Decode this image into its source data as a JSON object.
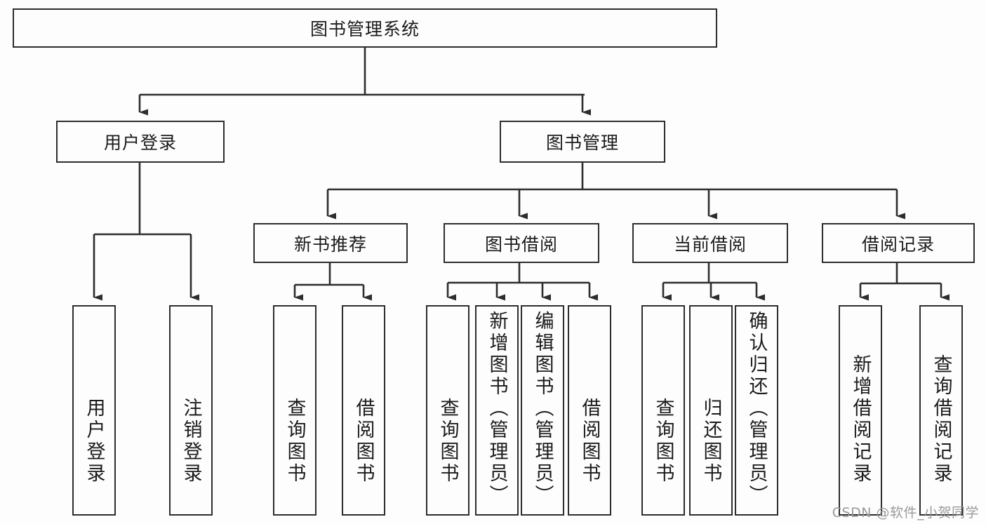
{
  "diagram": {
    "title": "图书管理系统",
    "type": "tree-hierarchy-chart",
    "root": {
      "id": "root",
      "label": "图书管理系统"
    },
    "level2": [
      {
        "id": "user-login",
        "label": "用户登录"
      },
      {
        "id": "book-manage",
        "label": "图书管理"
      }
    ],
    "level3": [
      {
        "id": "new-book-rec",
        "label": "新书推荐"
      },
      {
        "id": "book-borrow",
        "label": "图书借阅"
      },
      {
        "id": "current-borrow",
        "label": "当前借阅"
      },
      {
        "id": "borrow-record",
        "label": "借阅记录"
      }
    ],
    "leaves": {
      "user_login": [
        {
          "id": "leaf-user-login",
          "label": "用户登录"
        },
        {
          "id": "leaf-logout",
          "label": "注销登录"
        }
      ],
      "new_book_rec": [
        {
          "id": "leaf-query-book-1",
          "label": "查询图书"
        },
        {
          "id": "leaf-borrow-book-1",
          "label": "借阅图书"
        }
      ],
      "book_borrow": [
        {
          "id": "leaf-query-book-2",
          "label": "查询图书"
        },
        {
          "id": "leaf-add-book",
          "label": "新增图书（管理员）"
        },
        {
          "id": "leaf-edit-book",
          "label": "编辑图书（管理员）"
        },
        {
          "id": "leaf-borrow-book-2",
          "label": "借阅图书"
        }
      ],
      "current_borrow": [
        {
          "id": "leaf-query-book-3",
          "label": "查询图书"
        },
        {
          "id": "leaf-return-book",
          "label": "归还图书"
        },
        {
          "id": "leaf-confirm-return",
          "label": "确认归还（管理员）"
        }
      ],
      "borrow_record": [
        {
          "id": "leaf-add-record",
          "label": "新增借阅记录"
        },
        {
          "id": "leaf-query-record",
          "label": "查询借阅记录"
        }
      ]
    }
  },
  "watermark": {
    "text": "CSDN @软件_小贺同学"
  },
  "colors": {
    "stroke": "#2d2d2d",
    "fill": "#fdfdfd",
    "text": "#1b1b1b",
    "watermark": "#9a9a9a"
  }
}
